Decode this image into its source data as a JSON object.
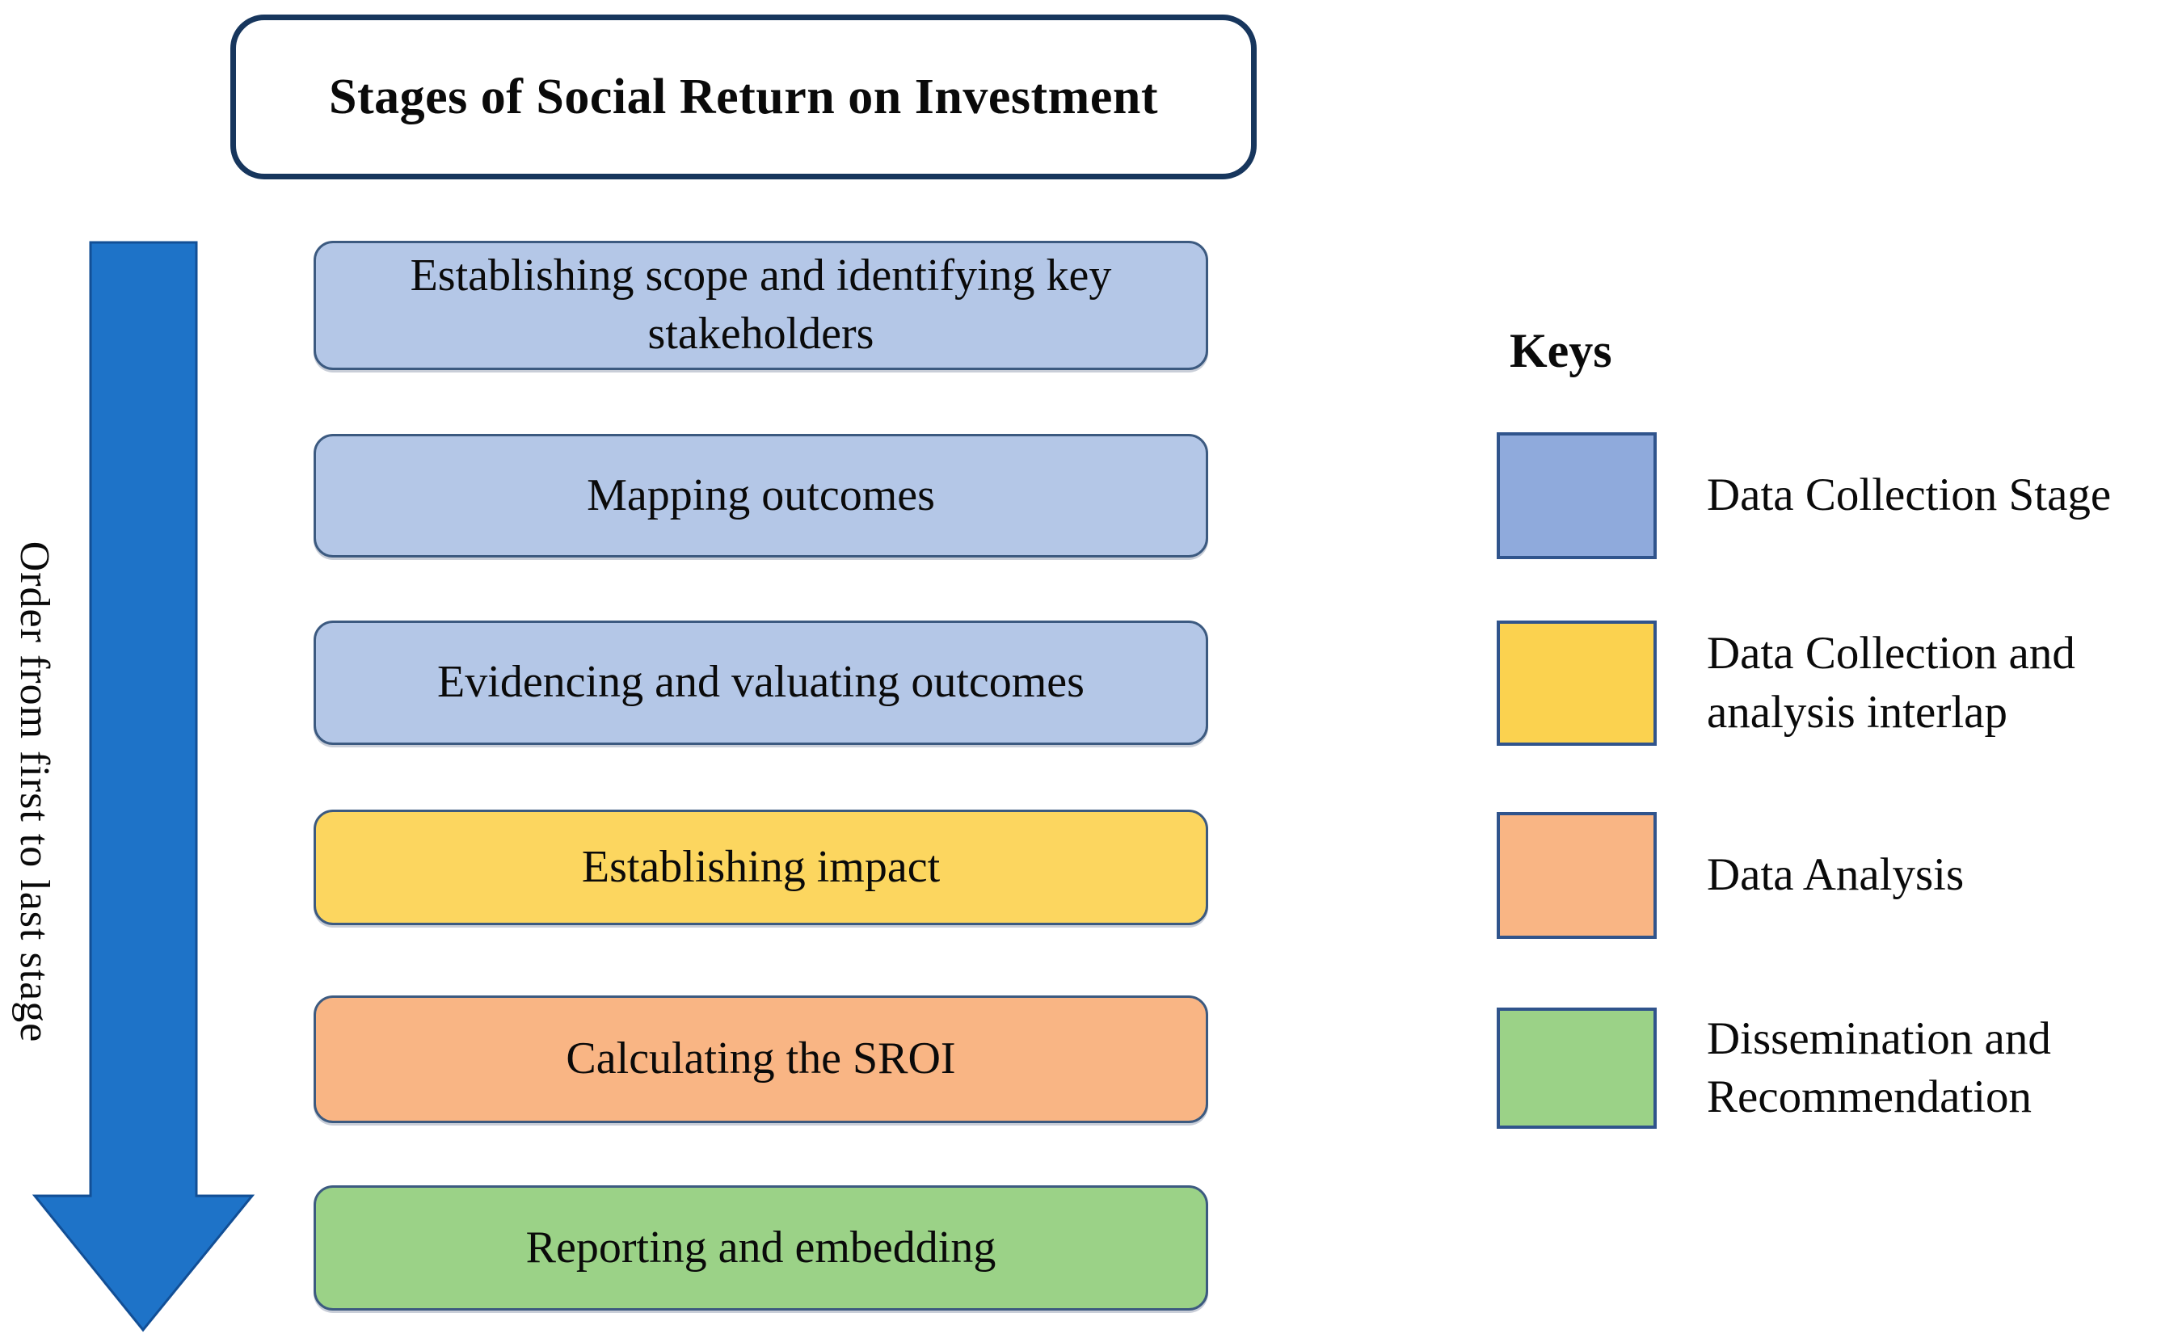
{
  "title": {
    "text": "Stages of Social Return on Investment"
  },
  "flow": {
    "label": "Order from first to last stage"
  },
  "stages": [
    {
      "label": "Establishing scope and identifying key stakeholders",
      "color": "#B4C7E7"
    },
    {
      "label": "Mapping outcomes",
      "color": "#B4C7E7"
    },
    {
      "label": "Evidencing and valuating outcomes",
      "color": "#B4C7E7"
    },
    {
      "label": "Establishing impact",
      "color": "#FCD65F"
    },
    {
      "label": "Calculating the SROI",
      "color": "#F9B584"
    },
    {
      "label": "Reporting and embedding",
      "color": "#9BD287"
    }
  ],
  "legend": {
    "heading": "Keys",
    "items": [
      {
        "label": "Data Collection Stage",
        "color": "#8FAADC"
      },
      {
        "label": "Data Collection and analysis interlap",
        "color": "#FBD24F"
      },
      {
        "label": "Data Analysis",
        "color": "#F9B584"
      },
      {
        "label": "Dissemination and Recommendation",
        "color": "#9BD287"
      }
    ]
  },
  "colors": {
    "arrow": "#1E73C8",
    "arrow_edge": "#124F96",
    "title_border": "#17365D",
    "stage_border": "#3C5A80",
    "legend_swatch_border": "#30548C",
    "text": "#0A0A0A",
    "background": "#FFFFFF"
  }
}
